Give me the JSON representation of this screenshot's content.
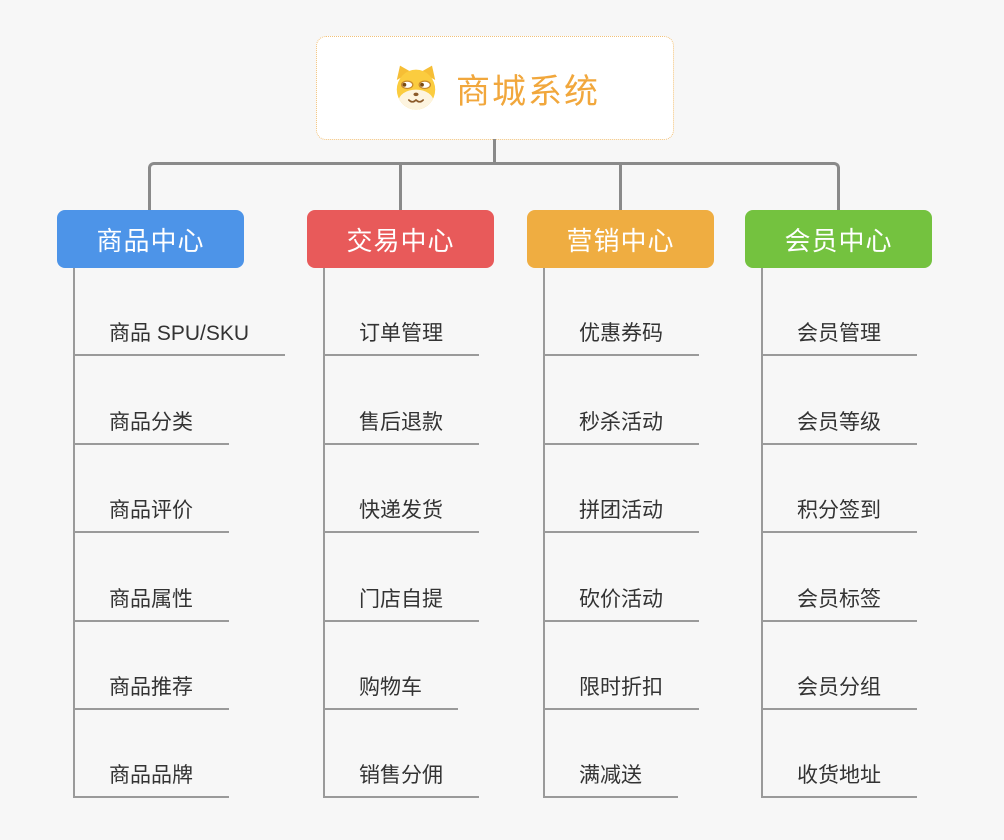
{
  "page": {
    "background_color": "#f7f7f7",
    "connector_color": "#8a8a8a",
    "underline_color": "#9a9a9a"
  },
  "root": {
    "title": "商城系统",
    "icon": "shiba-dog-icon",
    "text_color": "#f1a73c",
    "border_color": "#f2c178"
  },
  "branches": [
    {
      "label": "商品中心",
      "color": "#4d94e8",
      "children": [
        "商品 SPU/SKU",
        "商品分类",
        "商品评价",
        "商品属性",
        "商品推荐",
        "商品品牌"
      ]
    },
    {
      "label": "交易中心",
      "color": "#e85a5a",
      "children": [
        "订单管理",
        "售后退款",
        "快递发货",
        "门店自提",
        "购物车",
        "销售分佣"
      ]
    },
    {
      "label": "营销中心",
      "color": "#efad41",
      "children": [
        "优惠券码",
        "秒杀活动",
        "拼团活动",
        "砍价活动",
        "限时折扣",
        "满减送"
      ]
    },
    {
      "label": "会员中心",
      "color": "#74c23f",
      "children": [
        "会员管理",
        "会员等级",
        "积分签到",
        "会员标签",
        "会员分组",
        "收货地址"
      ]
    }
  ]
}
